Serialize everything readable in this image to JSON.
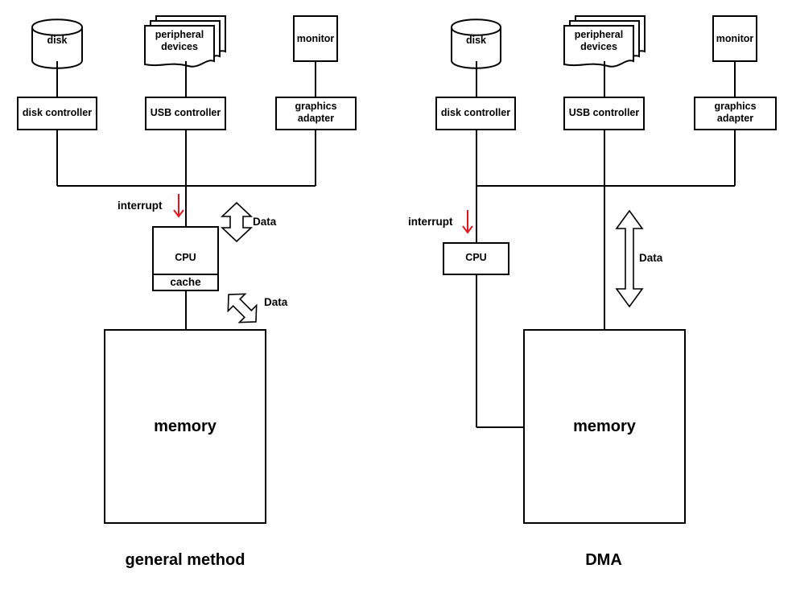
{
  "left": {
    "disk": "disk",
    "peripheral": [
      "peripheral",
      "devices"
    ],
    "monitor": "monitor",
    "disk_controller": "disk controller",
    "usb_controller": "USB controller",
    "graphics_adapter": [
      "graphics",
      "adapter"
    ],
    "interrupt": "interrupt",
    "cpu": "CPU",
    "cache": "cache",
    "data_top": "Data",
    "data_bottom": "Data",
    "memory": "memory",
    "caption": "general method"
  },
  "right": {
    "disk": "disk",
    "peripheral": [
      "peripheral",
      "devices"
    ],
    "monitor": "monitor",
    "disk_controller": "disk controller",
    "usb_controller": "USB controller",
    "graphics_adapter": [
      "graphics",
      "adapter"
    ],
    "interrupt": "interrupt",
    "cpu": "CPU",
    "data": "Data",
    "memory": "memory",
    "caption": "DMA"
  },
  "colors": {
    "stroke": "#000000",
    "interrupt_arrow": "#e0161e",
    "fill": "#ffffff"
  }
}
